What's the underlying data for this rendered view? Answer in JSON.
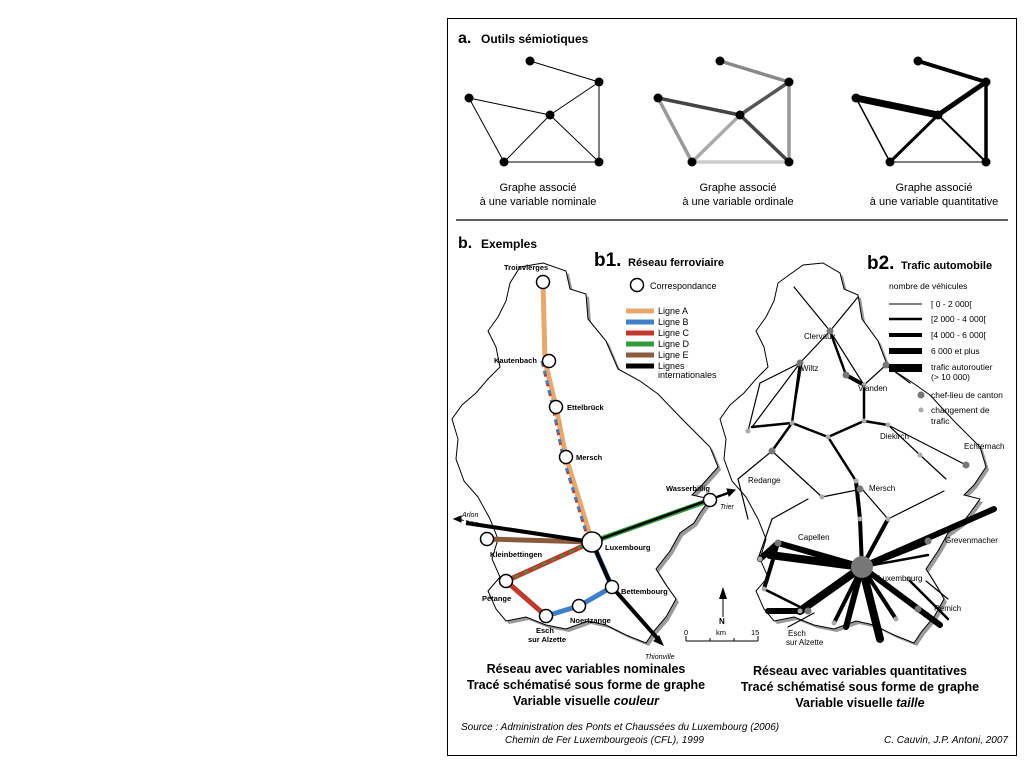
{
  "section_a": {
    "letter": "a.",
    "title": "Outils sémiotiques",
    "graphs": [
      {
        "caption1": "Graphe associé",
        "caption2": "à une variable nominale"
      },
      {
        "caption1": "Graphe associé",
        "caption2": "à une variable ordinale"
      },
      {
        "caption1": "Graphe associé",
        "caption2": "à une variable quantitative"
      }
    ]
  },
  "section_b": {
    "letter": "b.",
    "title": "Exemples"
  },
  "b1": {
    "num": "b1.",
    "title": "Réseau ferroviaire",
    "correspondance": "Correspondance",
    "legend": [
      {
        "label": "Ligne A",
        "color": "#e8a86a"
      },
      {
        "label": "Ligne B",
        "color": "#3f7fc9"
      },
      {
        "label": "Ligne C",
        "color": "#c0392b"
      },
      {
        "label": "Ligne D",
        "color": "#2e9c3a"
      },
      {
        "label": "Ligne E",
        "color": "#8b5a3c"
      },
      {
        "label": "Lignes",
        "label2": "internationales",
        "color": "#000000"
      }
    ],
    "cities": {
      "troisvierges": "Troisvierges",
      "kautenbach": "Kautenbach",
      "ettelbruck": "Ettelbrück",
      "mersch": "Mersch",
      "wasserbillig": "Wasserbillig",
      "luxembourg": "Luxembourg",
      "kleinbettingen": "Kleinbettingen",
      "petange": "Pétange",
      "bettembourg": "Bettembourg",
      "noertzange": "Noertzange",
      "esch1": "Esch",
      "esch2": "sur Alzette"
    },
    "exits": {
      "arlon": "Arlon",
      "trier": "Trier",
      "thionville": "Thionville"
    },
    "scale": {
      "zero": "0",
      "unit": "km",
      "max": "15",
      "north": "N"
    },
    "caption1": "Réseau avec variables nominales",
    "caption2": "Tracé schématisé sous forme de graphe",
    "caption3_prefix": "Variable visuelle ",
    "caption3_italic": "couleur"
  },
  "b2": {
    "num": "b2.",
    "title": "Trafic automobile",
    "legend_title": "nombre de véhicules",
    "legend": [
      {
        "label": "[      0 - 2 000["
      },
      {
        "label": "[2 000 - 4 000["
      },
      {
        "label": "[4 000 - 6 000["
      },
      {
        "label": "6 000 et plus"
      },
      {
        "label": "trafic autoroutier",
        "label2": "(> 10 000)"
      }
    ],
    "legend_chef": "chef-lieu de canton",
    "legend_change1": "changement de",
    "legend_change2": "trafic",
    "cities": {
      "clervaux": "Clervaux",
      "wiltz": "Wiltz",
      "vianden": "Vianden",
      "diekirch": "Diekirch",
      "echternach": "Echternach",
      "redange": "Redange",
      "mersch": "Mersch",
      "grevenmacher": "Grevenmacher",
      "capellen": "Capellen",
      "luxembourg": "Luxembourg",
      "remich": "Remich",
      "esch1": "Esch",
      "esch2": "sur Alzette"
    },
    "caption1": "Réseau avec variables quantitatives",
    "caption2": "Tracé schématisé sous forme de graphe",
    "caption3_prefix": "Variable visuelle ",
    "caption3_italic": "taille"
  },
  "source": {
    "line1": "Source : Administration des Ponts et Chaussées du Luxembourg (2006)",
    "line2": "Chemin de Fer Luxembourgeois (CFL), 1999",
    "credit": "C. Cauvin, J.P. Antoni, 2007"
  }
}
